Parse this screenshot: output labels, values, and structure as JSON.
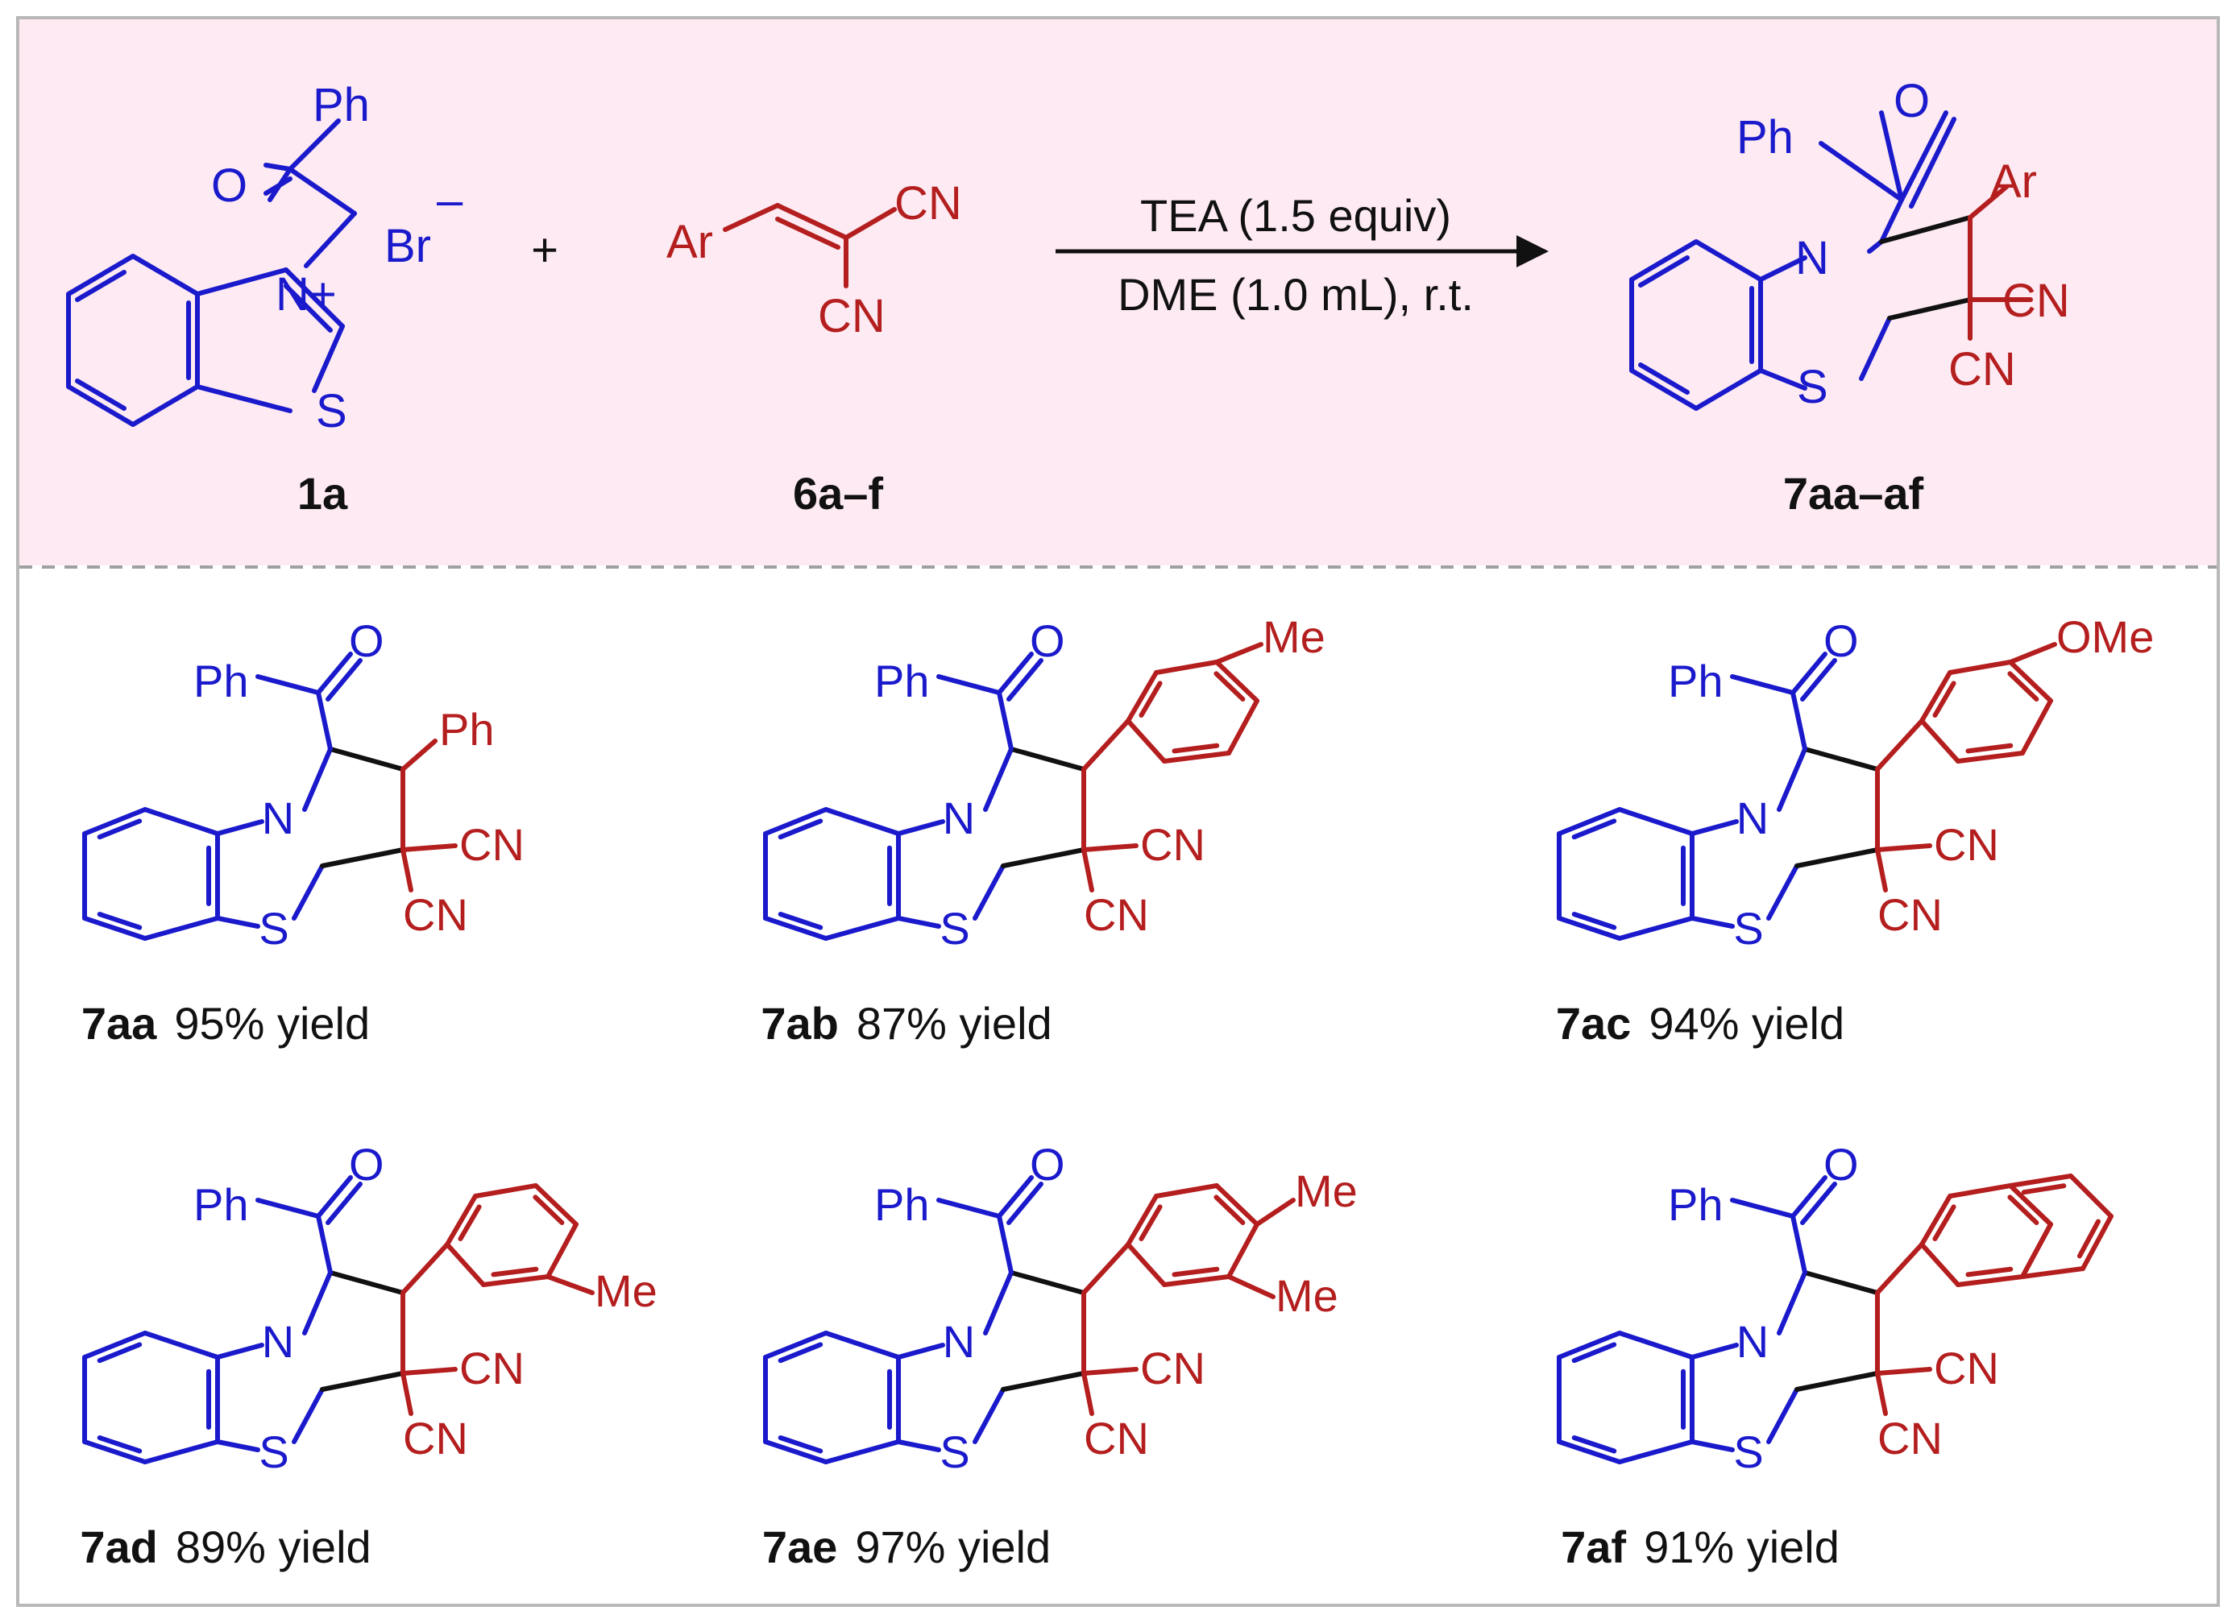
{
  "colors": {
    "blue": "#1a1acc",
    "red": "#b41e1e",
    "panel_bg": "#fdeaf2",
    "frame": "#b8b8b8",
    "text": "#111111"
  },
  "atoms": {
    "ph": "Ph",
    "o": "O",
    "br": "Br",
    "minus": "–",
    "n": "N",
    "nplus": "N+",
    "s": "S",
    "ar": "Ar",
    "cn": "CN",
    "me": "Me",
    "ome": "OMe"
  },
  "reaction": {
    "plus": "+",
    "reagent1_label": "1a",
    "reagent2_label": "6a–f",
    "product_label": "7aa–af",
    "condition_top": "TEA (1.5 equiv)",
    "condition_bottom": "DME (1.0 mL), r.t."
  },
  "products": [
    {
      "id": "7aa",
      "yield": "95% yield",
      "aryl": "phenyl"
    },
    {
      "id": "7ab",
      "yield": "87% yield",
      "aryl": "4-methylphenyl"
    },
    {
      "id": "7ac",
      "yield": "94% yield",
      "aryl": "4-methoxyphenyl"
    },
    {
      "id": "7ad",
      "yield": "89% yield",
      "aryl": "3-methylphenyl"
    },
    {
      "id": "7ae",
      "yield": "97% yield",
      "aryl": "3,4-dimethylphenyl"
    },
    {
      "id": "7af",
      "yield": "91% yield",
      "aryl": "2-naphthyl"
    }
  ]
}
